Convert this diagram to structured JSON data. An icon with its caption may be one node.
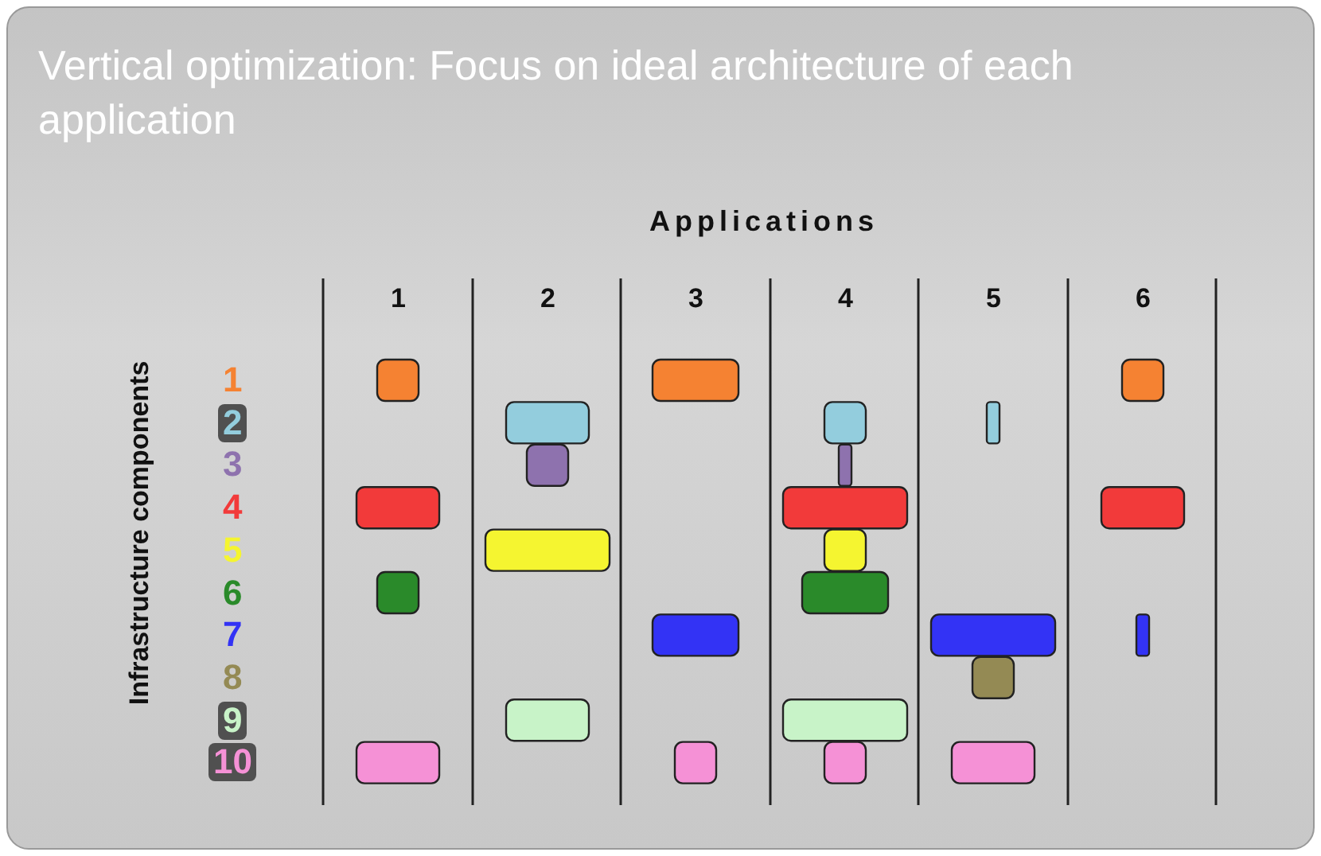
{
  "diagram": {
    "title": "Vertical optimization: Focus on ideal architecture of each application",
    "labels": [
      "Applications",
      "1",
      "2",
      "3",
      "4",
      "5",
      "6",
      "Infrastructure components"
    ],
    "legend": [
      {
        "text": "1",
        "color": "#f58232"
      },
      {
        "text": "2",
        "color": "#93cddd"
      },
      {
        "text": "3",
        "color": "#8e72ae"
      },
      {
        "text": "4",
        "color": "#f23a3a"
      },
      {
        "text": "5",
        "color": "#f5f530"
      },
      {
        "text": "6",
        "color": "#2a8a2a"
      },
      {
        "text": "7",
        "color": "#3333f5"
      },
      {
        "text": "8",
        "color": "#948a54"
      },
      {
        "text": "9",
        "color": "#c8f3c8"
      },
      {
        "text": "10",
        "color": "#f591d6"
      }
    ]
  }
}
